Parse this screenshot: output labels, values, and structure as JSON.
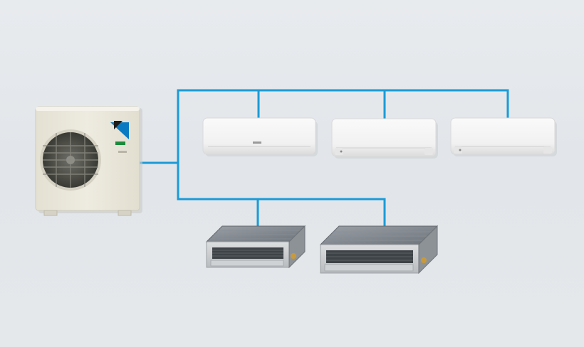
{
  "colors": {
    "background": "#e5e8eb",
    "pipe": "#1a9bd7",
    "unit_body": "#f2f2f0",
    "outdoor_body": "#e9e6da",
    "brand_blue": "#0a7bc2"
  },
  "icons": {
    "outdoor": "outdoor-condenser-unit",
    "wall": "wall-mounted-indoor-unit",
    "duct": "concealed-duct-indoor-unit",
    "logo": "brand-logo-triangle"
  },
  "diagram": {
    "outdoor_units": 1,
    "wall_units": 3,
    "duct_units": 2
  }
}
